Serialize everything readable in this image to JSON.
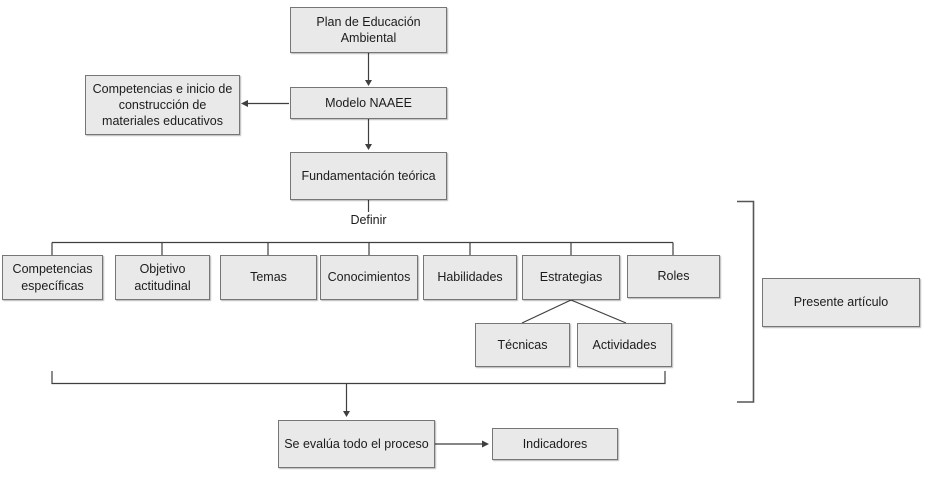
{
  "diagram": {
    "type": "flowchart",
    "language": "es",
    "colors": {
      "background": "#ffffff",
      "box_fill": "#e9e9e9",
      "box_border": "#767676",
      "connector": "#3f3f3f",
      "text": "#1c1c1c"
    },
    "nodes": {
      "plan": {
        "label": "Plan de Educación Ambiental"
      },
      "competencias_inicio": {
        "label": "Competencias e inicio de construcción de materiales educativos"
      },
      "modelo": {
        "label": "Modelo NAAEE"
      },
      "fundamentacion": {
        "label": "Fundamentación teórica"
      },
      "definir": {
        "label": "Definir"
      },
      "competencias_especificas": {
        "label": "Competencias específicas"
      },
      "objetivo_actitudinal": {
        "label": "Objetivo actitudinal"
      },
      "temas": {
        "label": "Temas"
      },
      "conocimientos": {
        "label": "Conocimientos"
      },
      "habilidades": {
        "label": "Habilidades"
      },
      "estrategias": {
        "label": "Estrategias"
      },
      "roles": {
        "label": "Roles"
      },
      "tecnicas": {
        "label": "Técnicas"
      },
      "actividades": {
        "label": "Actividades"
      },
      "evaluacion": {
        "label": "Se evalúa todo el proceso"
      },
      "indicadores": {
        "label": "Indicadores"
      },
      "presente_articulo": {
        "label": "Presente artículo"
      }
    },
    "edges": [
      {
        "from": "plan",
        "to": "modelo",
        "style": "arrow-down"
      },
      {
        "from": "modelo",
        "to": "competencias_inicio",
        "style": "arrow-left"
      },
      {
        "from": "modelo",
        "to": "fundamentacion",
        "style": "arrow-down"
      },
      {
        "from": "fundamentacion",
        "to": "definir",
        "style": "line"
      },
      {
        "from": "definir",
        "to": "competencias_especificas",
        "style": "branch"
      },
      {
        "from": "definir",
        "to": "objetivo_actitudinal",
        "style": "branch"
      },
      {
        "from": "definir",
        "to": "temas",
        "style": "branch"
      },
      {
        "from": "definir",
        "to": "conocimientos",
        "style": "branch"
      },
      {
        "from": "definir",
        "to": "habilidades",
        "style": "branch"
      },
      {
        "from": "definir",
        "to": "estrategias",
        "style": "branch"
      },
      {
        "from": "definir",
        "to": "roles",
        "style": "branch"
      },
      {
        "from": "estrategias",
        "to": "tecnicas",
        "style": "diagonal"
      },
      {
        "from": "estrategias",
        "to": "actividades",
        "style": "diagonal"
      },
      {
        "from": "collector_all_defined",
        "to": "evaluacion",
        "style": "arrow-down"
      },
      {
        "from": "evaluacion",
        "to": "indicadores",
        "style": "arrow-right"
      },
      {
        "from": "bracket_span_definir_section",
        "to": "presente_articulo",
        "style": "bracket"
      }
    ]
  }
}
